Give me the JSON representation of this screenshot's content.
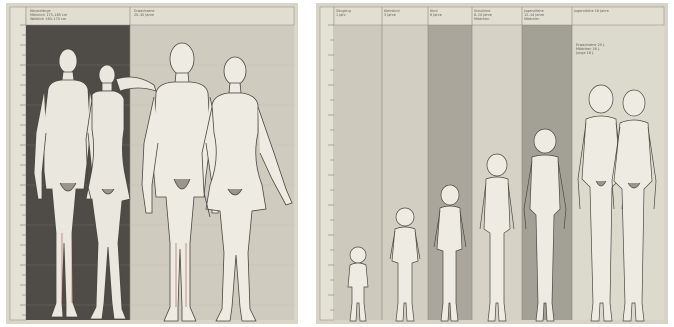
{
  "left_panel": {
    "captions": [
      "Körperlänge\nMännlich 175–185 cm\nWeiblich 160–170 cm",
      "Erwachsene\n20–30 Jahre"
    ]
  },
  "right_panel": {
    "captions": [
      "Säugling\n1 Jahr",
      "Kleinkind\n3 Jahre",
      "Kind\n6 Jahre",
      "Schulkind\n8–10 Jahre\nMädchen",
      "Jugendliche\n12–14 Jahre\nMädchen",
      "Jugendliche 16 Jahre",
      "Erwachsene 20 J.\nMädchen 16 J.\nJunge 18 J."
    ]
  },
  "colors": {
    "paper": "#d6d3c6",
    "paper_light": "#e2dfd3",
    "band_dark": "#4e4b46",
    "band_mid": "#8f8b82",
    "band_light": "#c9c5b8",
    "ink": "#4a4740",
    "figure_fill": "#ece9e0"
  }
}
